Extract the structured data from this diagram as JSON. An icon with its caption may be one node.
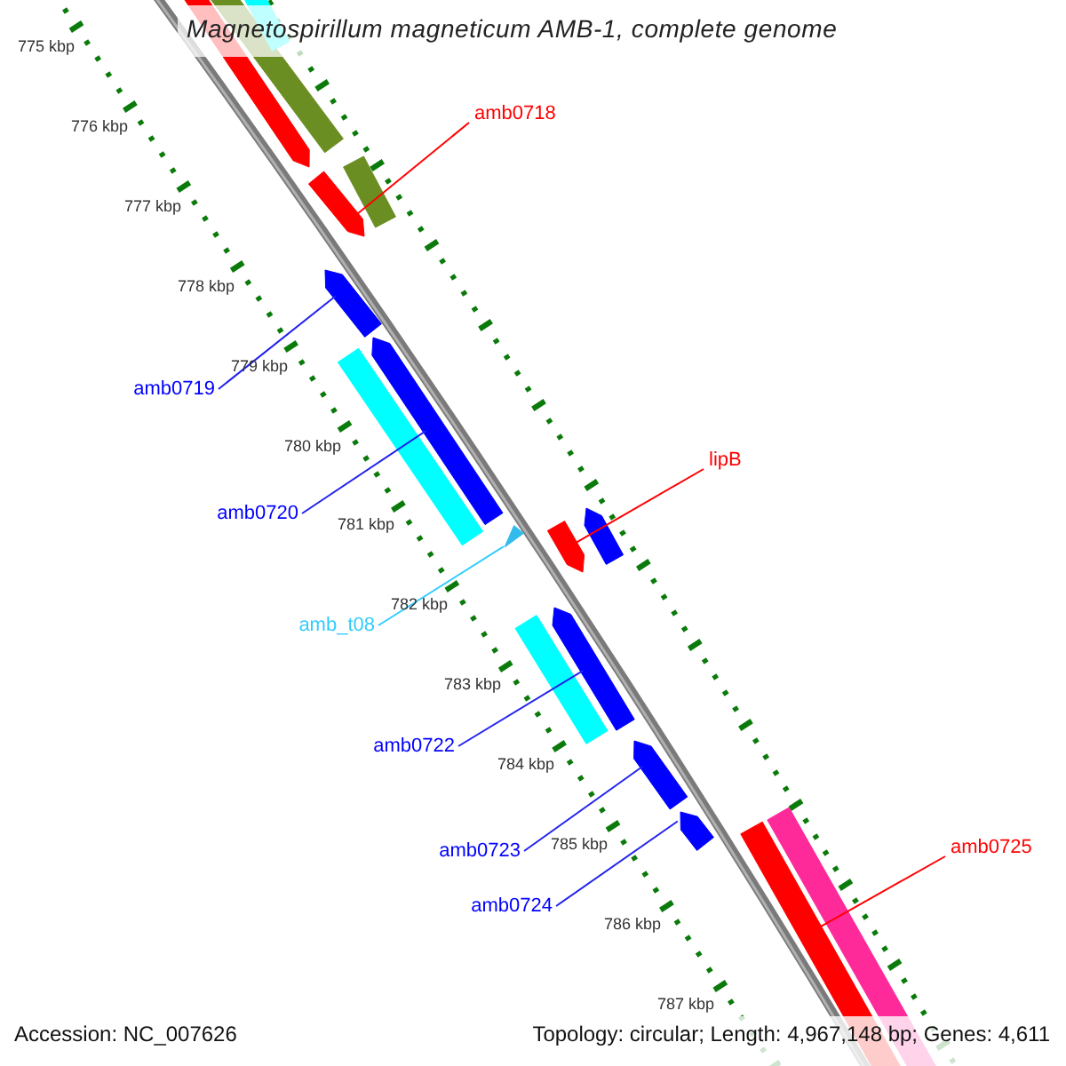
{
  "diagram": {
    "title": "Magnetospirillum magneticum AMB-1, complete genome",
    "nodes": [
      {
        "text": [],
        "shape": "arrow"
      },
      {
        "text": [],
        "shape": "bar"
      },
      {
        "text": [],
        "shape": "bar"
      },
      {
        "text": [
          "amb0718"
        ]
      },
      {
        "text": [],
        "shape": "arrow"
      },
      {
        "text": [],
        "shape": "bar"
      },
      {
        "text": [],
        "shape": "arrow"
      },
      {
        "text": [
          "amb0719"
        ]
      },
      {
        "text": [],
        "shape": "arrow"
      },
      {
        "text": [],
        "shape": "bar"
      },
      {
        "text": [
          "amb0720"
        ]
      },
      {
        "text": [
          "lipB"
        ]
      },
      {
        "text": [],
        "shape": "arrow"
      },
      {
        "text": [],
        "shape": "arrow"
      },
      {
        "text": [],
        "shape": "triangle"
      },
      {
        "text": [
          "amb_t08"
        ]
      },
      {
        "text": [],
        "shape": "bar"
      },
      {
        "text": [],
        "shape": "arrow"
      },
      {
        "text": [
          "amb0722"
        ]
      },
      {
        "text": [],
        "shape": "arrow"
      },
      {
        "text": [
          "amb0723"
        ]
      },
      {
        "text": [],
        "shape": "arrow"
      },
      {
        "text": [
          "amb0724"
        ]
      },
      {
        "text": [
          "amb0725"
        ]
      },
      {
        "text": [],
        "shape": "bar"
      },
      {
        "text": [],
        "shape": "bar"
      }
    ],
    "edges": [
      {
        "from": 3,
        "to": 4,
        "arrow": "none",
        "color": "#ff0000"
      },
      {
        "from": 7,
        "to": 6,
        "arrow": "none"
      },
      {
        "from": 10,
        "to": 8,
        "arrow": "none"
      },
      {
        "from": 11,
        "to": 12,
        "arrow": "none",
        "color": "#ff0000"
      },
      {
        "from": 15,
        "to": 14,
        "arrow": "none",
        "color": "#33ccff"
      },
      {
        "from": 18,
        "to": 17,
        "arrow": "none"
      },
      {
        "from": 20,
        "to": 19,
        "arrow": "none"
      },
      {
        "from": 22,
        "to": 21,
        "arrow": "none"
      },
      {
        "from": 23,
        "to": 24,
        "arrow": "none",
        "color": "#ff0000"
      }
    ],
    "labels": [
      "775 kbp",
      "776 kbp",
      "777 kbp",
      "778 kbp",
      "779 kbp",
      "780 kbp",
      "781 kbp",
      "782 kbp",
      "783 kbp",
      "784 kbp",
      "785 kbp",
      "786 kbp",
      "787 kbp",
      "Accession: NC_007626",
      "Topology: circular; Length: 4,967,148 bp; Genes: 4,611"
    ]
  }
}
